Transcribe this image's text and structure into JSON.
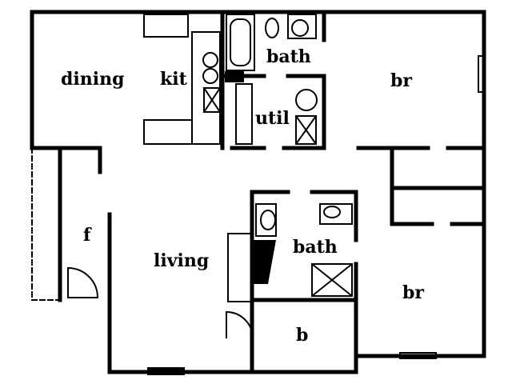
{
  "rooms": {
    "dining": "dining",
    "kitchen": "kit",
    "bath_top": "bath",
    "bedroom_top": "br",
    "utility": "util",
    "foyer": "f",
    "living": "living",
    "bath_bottom": "bath",
    "bedroom_bottom": "br",
    "b": "b"
  },
  "colors": {
    "wall": "#000000",
    "background": "#ffffff"
  }
}
